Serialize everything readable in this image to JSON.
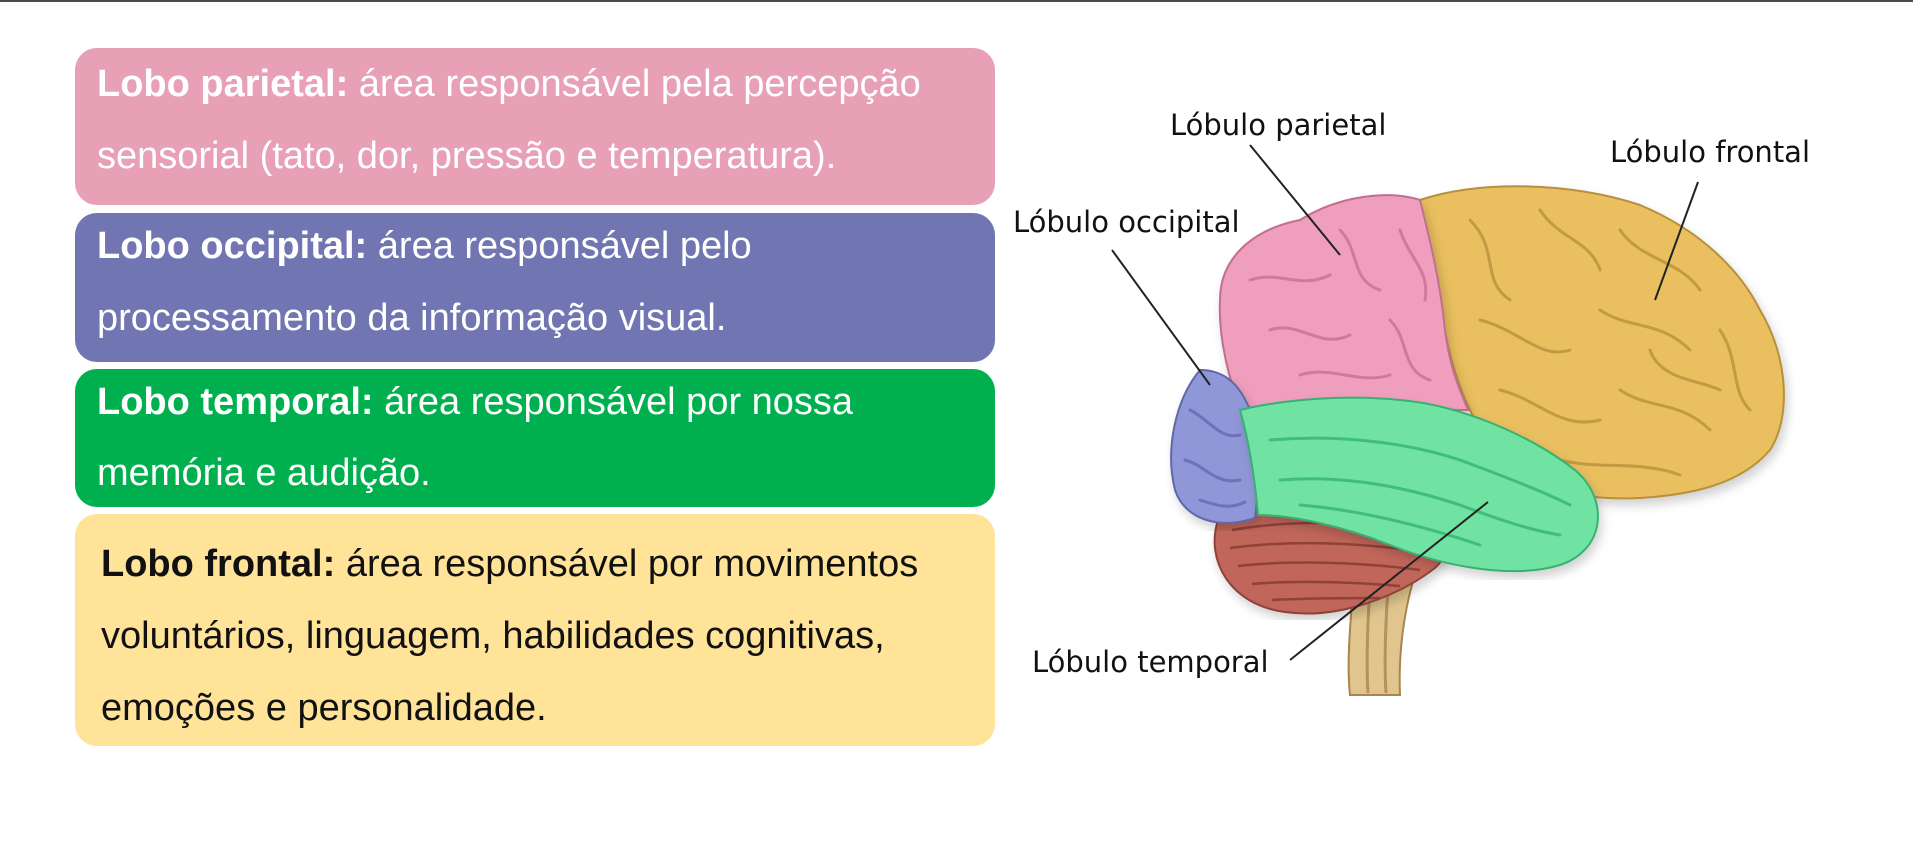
{
  "cards": {
    "parietal": {
      "title": "Lobo parietal:",
      "text": "área responsável pela percepção sensorial (tato, dor, pressão e temperatura).",
      "color": "#e7a0b6"
    },
    "occipital": {
      "title": "Lobo occipital:",
      "text": "área responsável pelo processamento da informação visual.",
      "color": "#7176b2"
    },
    "temporal": {
      "title": "Lobo temporal:",
      "text": "área responsável por nossa memória e audição.",
      "color": "#00b04f"
    },
    "frontal": {
      "title": "Lobo frontal:",
      "text": "área responsável por movimentos voluntários, linguagem, habilidades cognitivas, emoções e personalidade.",
      "color": "#fee399"
    }
  },
  "figure": {
    "labels": {
      "parietal": "Lóbulo parietal",
      "frontal": "Lóbulo frontal",
      "occipital": "Lóbulo occipital",
      "temporal": "Lóbulo temporal"
    },
    "colors": {
      "parietal": "#ef9fbd",
      "frontal": "#e9bf5f",
      "occipital": "#8f97d8",
      "temporal": "#6fe3a3",
      "cerebellum": "#c0665a",
      "brainstem": "#e0c58e"
    }
  }
}
